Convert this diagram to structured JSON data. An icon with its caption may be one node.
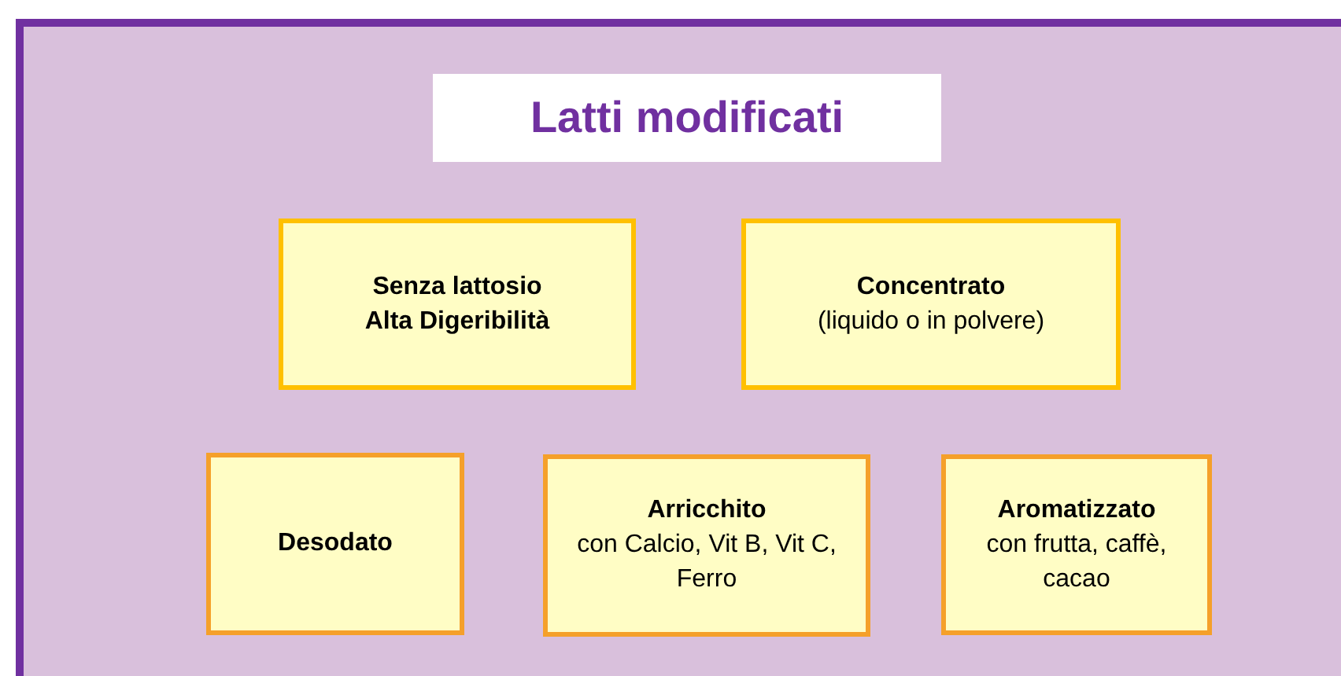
{
  "diagram": {
    "title": "Latti modificati",
    "nodes": [
      {
        "text": [
          "Senza lattosio",
          "Alta Digeribilità"
        ]
      },
      {
        "text": [
          "Concentrato",
          "(liquido o in polvere)"
        ]
      },
      {
        "text": [
          "Desodato"
        ]
      },
      {
        "text": [
          "Arricchito",
          "con Calcio, Vit B, Vit C, Ferro"
        ]
      },
      {
        "text": [
          "Aromatizzato",
          "con frutta, caffè, cacao"
        ]
      }
    ],
    "edges": []
  }
}
